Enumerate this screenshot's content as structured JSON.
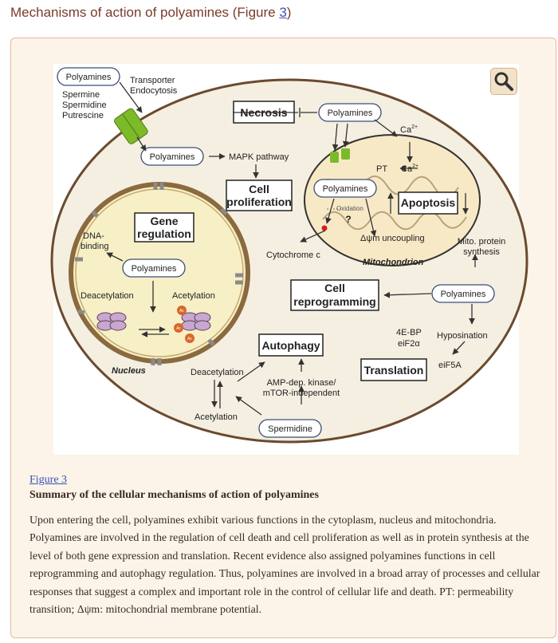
{
  "header": {
    "title_prefix": "Mechanisms of action of polyamines (Figure ",
    "figure_ref": "3",
    "title_suffix": ")"
  },
  "diagram": {
    "top_polyamines": "Polyamines",
    "spermine": "Spermine",
    "spermidine": "Spermidine",
    "putrescine": "Putrescine",
    "transporter": "Transporter",
    "endocytosis": "Endocytosis",
    "necrosis": "Necrosis",
    "polyamines_necrosis": "Polyamines",
    "ca2_top": "Ca",
    "ca_sup": "2+",
    "pt_label": "PT",
    "ca2_mito": "Ca",
    "polyamines_mapk": "Polyamines",
    "mapk": "MAPK pathway",
    "cell_prolif_1": "Cell",
    "cell_prolif_2": "proliferation",
    "gene_reg_1": "Gene",
    "gene_reg_2": "regulation",
    "dna_binding_1": "DNA-",
    "dna_binding_2": "binding",
    "polyamines_nucleus": "Polyamines",
    "deacetylation_nuc": "Deacetylation",
    "acetylation_nuc": "Acetylation",
    "ac": "Ac",
    "nucleus": "Nucleus",
    "polyamines_mito": "Polyamines",
    "oxidation": "Oxidation",
    "question": "?",
    "apoptosis": "Apoptosis",
    "dpsi": "Δψm uncoupling",
    "mitochondrion": "Mitochondrion",
    "cytochrome": "Cytochrome c",
    "mito_protein_1": "Mito. protein",
    "mito_protein_2": "synthesis",
    "cell_reprog_1": "Cell",
    "cell_reprog_2": "reprogramming",
    "polyamines_right": "Polyamines",
    "e4bp": "4E-BP",
    "eif2a": "eiF2α",
    "hyposination": "Hyposination",
    "eif5a": "eiF5A",
    "translation": "Translation",
    "autophagy": "Autophagy",
    "ampk_1": "AMP-dep. kinase/",
    "ampk_2": "mTOR-independent",
    "deacetylation_auto": "Deacetylation",
    "acetylation_auto": "Acetylation",
    "spermidine_bottom": "Spermidine"
  },
  "caption": {
    "figure_link": "Figure 3",
    "title": "Summary of the cellular mechanisms of action of polyamines",
    "body": "Upon entering the cell, polyamines exhibit various functions in the cytoplasm, nucleus and mitochondria. Polyamines are involved in the regulation of cell death and cell proliferation as well as in protein synthesis at the level of both gene expression and translation. Recent evidence also assigned polyamines functions in cell reprogramming and autophagy regulation. Thus, polyamines are involved in a broad array of processes and cellular responses that suggest a complex and important role in the control of cellular life and death. PT: permeability transition; Δψm: mitochondrial membrane potential."
  },
  "colors": {
    "title": "#7a3b2a",
    "link": "#3b4fb8",
    "panel_bg": "#fcf4e8",
    "panel_border": "#e7b79e",
    "cell_fill": "#f5efe2",
    "cell_stroke": "#6b4a2e",
    "nucleus_fill": "#f7f0c6",
    "mito_fill": "#f8e9c6",
    "transporter_green": "#7cba2a",
    "ac_orange": "#d9672a",
    "histone_pink": "#c9a7cf"
  },
  "icons": {
    "zoom": "magnifier-icon"
  }
}
